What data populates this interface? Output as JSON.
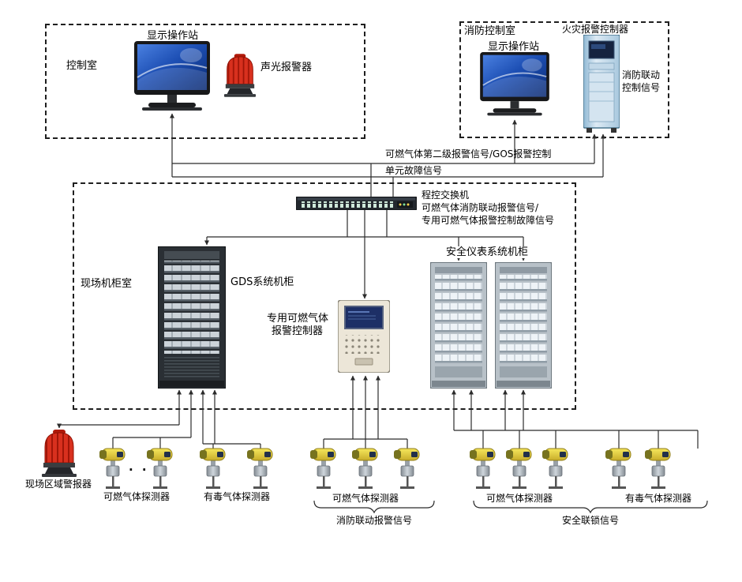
{
  "colors": {
    "line": "#2b2b2b",
    "alarm_red": "#d8301e",
    "detector_yellow": "#e8d44a",
    "cabinet_blue": "#cfe3f0",
    "screen_blue": "#1d4fb4"
  },
  "control_room": {
    "label": "控制室",
    "station_label": "显示操作站",
    "alarm_label": "声光报警器"
  },
  "fire_control_room": {
    "label": "消防控制室",
    "station_label": "显示操作站",
    "controller_label": "火灾报警控制器",
    "linkage_signal_line1": "消防联动",
    "linkage_signal_line2": "控制信号"
  },
  "bus": {
    "line1": "可燃气体第二级报警信号/GOS报警控制",
    "line2": "单元故障信号"
  },
  "switch": {
    "label": "程控交换机",
    "signal_line1": "可燃气体消防联动报警信号/",
    "signal_line2": "专用可燃气体报警控制故障信号"
  },
  "field_room": {
    "label": "现场机柜室",
    "gds_cabinet_label": "GDS系统机柜",
    "dedicated_controller_line1": "专用可燃气体",
    "dedicated_controller_line2": "报警控制器",
    "sis_cabinet_label": "安全仪表系统机柜"
  },
  "field_devices": {
    "area_alarm_label": "现场区域警报器",
    "ellipsis": "· ·",
    "group1_label": "可燃气体探测器",
    "group2_label": "有毒气体探测器",
    "group3_label": "可燃气体探测器",
    "group4_label": "可燃气体探测器",
    "group5_label": "有毒气体探测器",
    "fire_linkage_label": "消防联动报警信号",
    "safety_interlock_label": "安全联锁信号"
  }
}
